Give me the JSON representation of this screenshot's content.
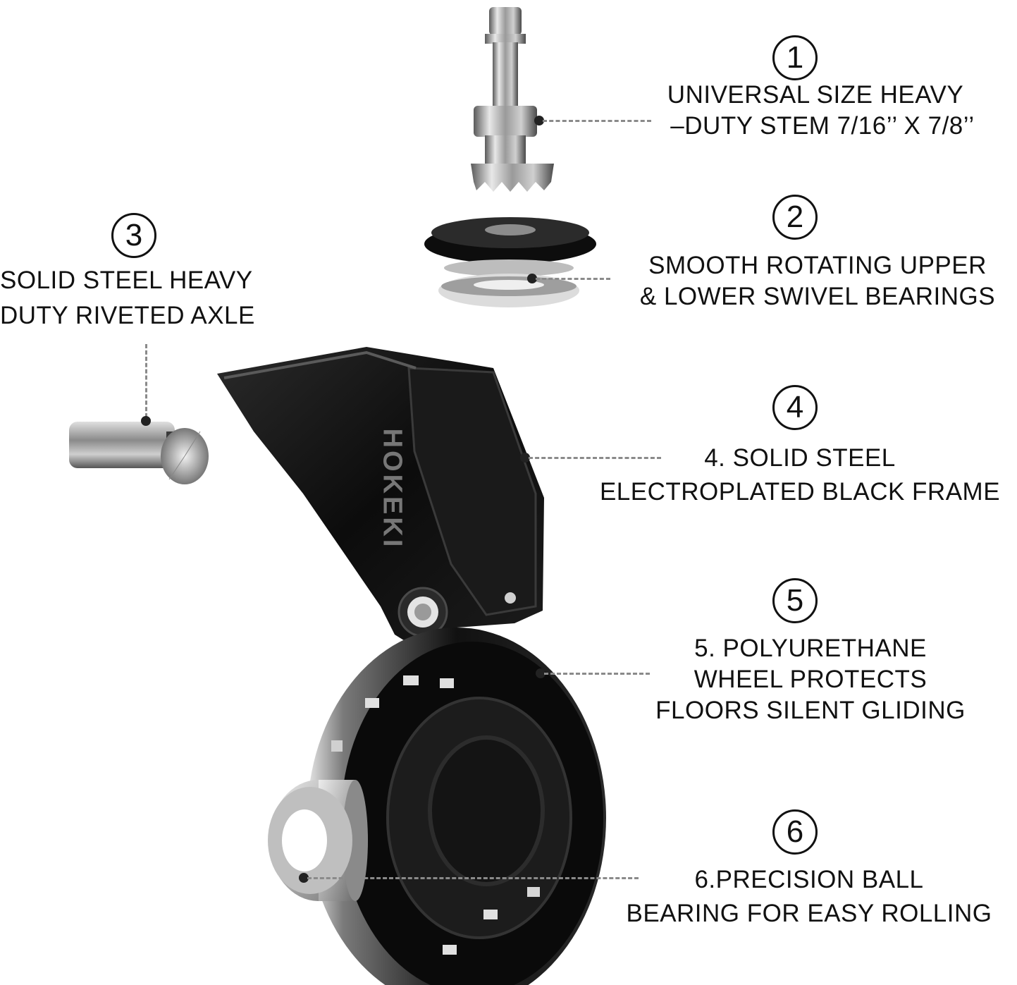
{
  "callouts": [
    {
      "num": "1",
      "lines": [
        "UNIVERSAL SIZE HEAVY",
        "–DUTY STEM 7/16’’ X 7/8’’"
      ]
    },
    {
      "num": "2",
      "lines": [
        "SMOOTH ROTATING UPPER",
        "& LOWER SWIVEL BEARINGS"
      ]
    },
    {
      "num": "3",
      "lines": [
        "SOLID STEEL HEAVY",
        "DUTY RIVETED AXLE"
      ]
    },
    {
      "num": "4",
      "lines": [
        "4.  SOLID STEEL",
        "ELECTROPLATED BLACK FRAME"
      ]
    },
    {
      "num": "5",
      "lines": [
        "5. POLYURETHANE",
        "WHEEL PROTECTS",
        "FLOORS SILENT GLIDING"
      ]
    },
    {
      "num": "6",
      "lines": [
        "6.PRECISION BALL",
        "BEARING FOR EASY ROLLING"
      ]
    }
  ],
  "brand": "HOKEKI"
}
